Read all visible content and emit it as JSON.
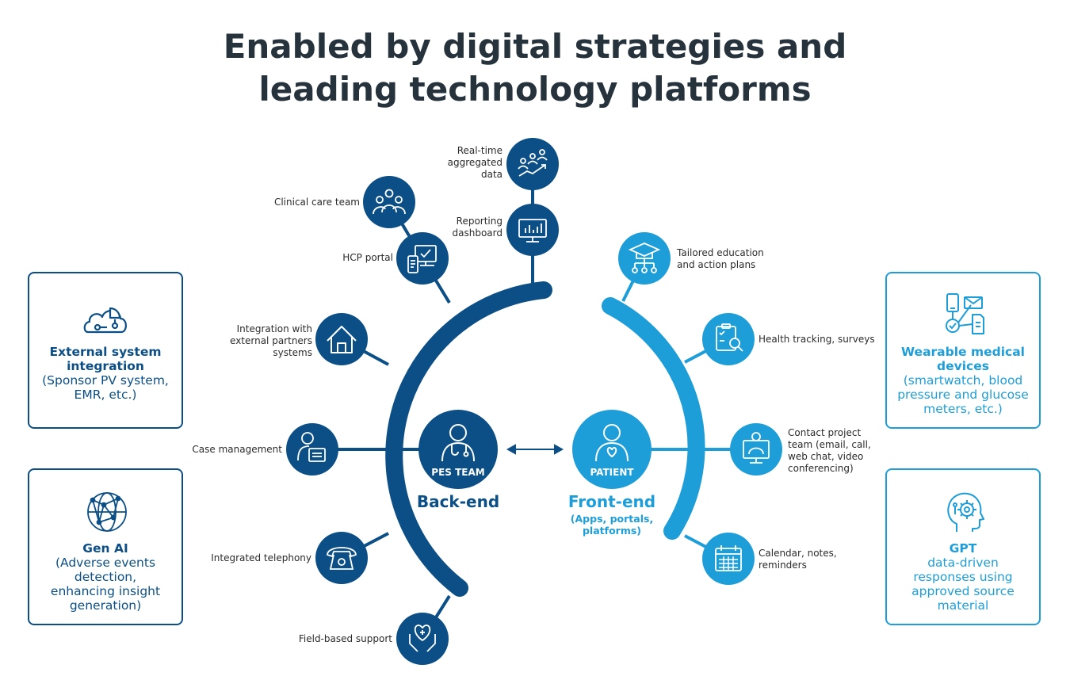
{
  "title": {
    "line1": "Enabled by digital strategies and",
    "line2": "leading technology platforms"
  },
  "colors": {
    "dark": "#0b4f86",
    "light": "#1e9ed9",
    "title": "#26333d",
    "text": "#2b2b2b"
  },
  "hubs": {
    "backend": {
      "badge": "PES TEAM",
      "name": "Back-end"
    },
    "frontend": {
      "badge": "PATIENT",
      "name": "Front-end",
      "sub_lines": [
        "(Apps, portals,",
        "platforms)"
      ]
    }
  },
  "backend_nodes": [
    {
      "icon": "trend-group-icon",
      "lines": [
        "Real-time",
        "aggregated",
        "data"
      ]
    },
    {
      "icon": "team-icon",
      "lines": [
        "Clinical care team"
      ]
    },
    {
      "icon": "monitor-chart-icon",
      "lines": [
        "Reporting",
        "dashboard"
      ]
    },
    {
      "icon": "portal-devices-icon",
      "lines": [
        "HCP portal"
      ]
    },
    {
      "icon": "house-icon",
      "lines": [
        "Integration with",
        "external partners",
        "systems"
      ]
    },
    {
      "icon": "case-person-icon",
      "lines": [
        "Case management"
      ]
    },
    {
      "icon": "telephone-icon",
      "lines": [
        "Integrated telephony"
      ]
    },
    {
      "icon": "heart-hands-icon",
      "lines": [
        "Field-based support"
      ]
    }
  ],
  "frontend_nodes": [
    {
      "icon": "graduation-cap-icon",
      "lines": [
        "Tailored education",
        "and action plans"
      ]
    },
    {
      "icon": "clipboard-search-icon",
      "lines": [
        "Health tracking, surveys"
      ]
    },
    {
      "icon": "video-doctor-icon",
      "lines": [
        "Contact project",
        "team (email, call,",
        "web chat, video",
        "conferencing)"
      ]
    },
    {
      "icon": "calendar-icon",
      "lines": [
        "Calendar, notes,",
        "reminders"
      ]
    }
  ],
  "side_boxes": {
    "external": {
      "icon": "cloud-circuit-icon",
      "heading_lines": [
        "External system",
        "integration"
      ],
      "body_lines": [
        "(Sponsor PV system,",
        "EMR, etc.)"
      ]
    },
    "genai": {
      "icon": "neural-globe-icon",
      "heading_lines": [
        "Gen AI"
      ],
      "body_lines": [
        "(Adverse events",
        "detection,",
        "enhancing insight",
        "generation)"
      ]
    },
    "wearable": {
      "icon": "wearable-devices-icon",
      "heading_lines": [
        "Wearable medical",
        "devices"
      ],
      "body_lines": [
        "(smartwatch, blood",
        "pressure and glucose",
        "meters, etc.)"
      ]
    },
    "gpt": {
      "icon": "ai-head-icon",
      "heading_inline": "GPT",
      "first_line_rest": " data-driven",
      "body_lines": [
        "responses using",
        "approved source",
        "material"
      ]
    }
  }
}
